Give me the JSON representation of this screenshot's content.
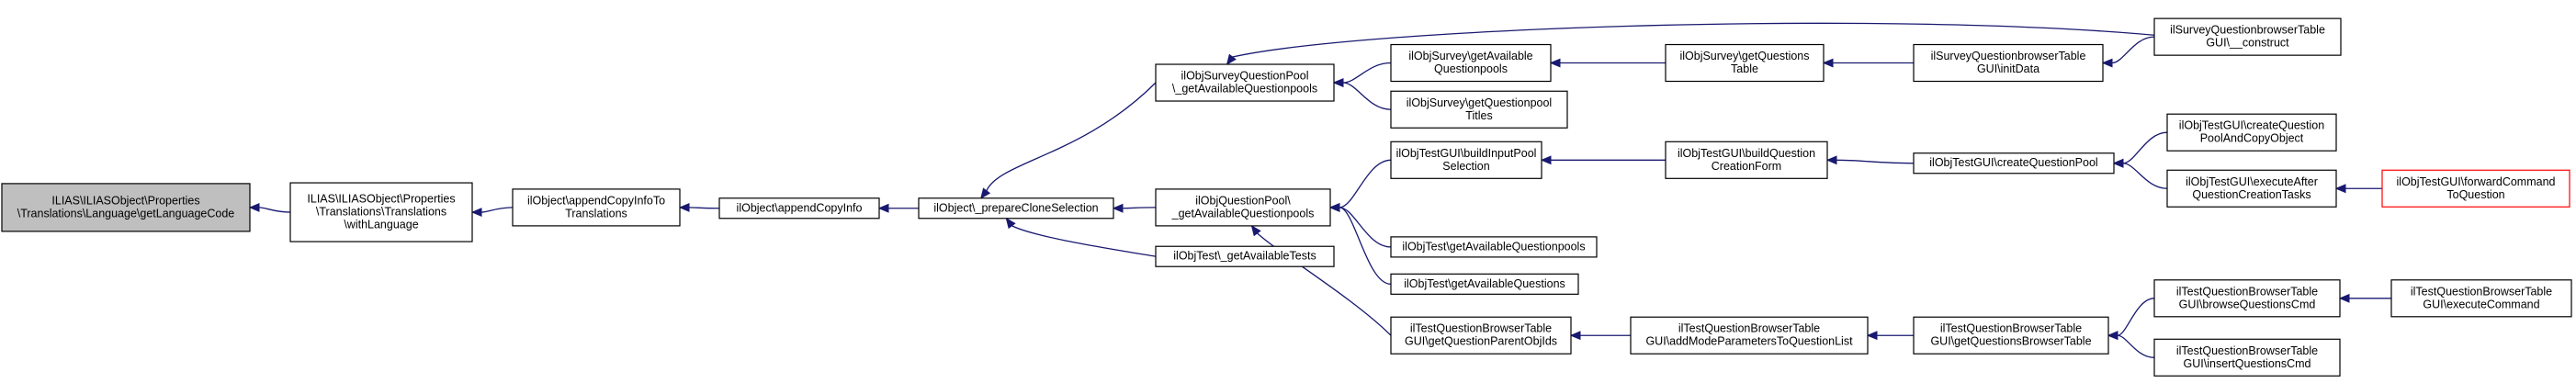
{
  "nodes": [
    {
      "id": "n_root",
      "lines": [
        "ILIAS\\ILIASObject\\Properties",
        "\\Translations\\Language\\getLanguageCode"
      ],
      "style": "root"
    },
    {
      "id": "n_with",
      "lines": [
        "ILIAS\\ILIASObject\\Properties",
        "\\Translations\\Translations",
        "\\withLanguage"
      ]
    },
    {
      "id": "n_apptotr",
      "lines": [
        "ilObject\\appendCopyInfoTo",
        "Translations"
      ]
    },
    {
      "id": "n_appinfo",
      "lines": [
        "ilObject\\appendCopyInfo"
      ]
    },
    {
      "id": "n_prepclone",
      "lines": [
        "ilObject\\_prepareCloneSelection"
      ]
    },
    {
      "id": "n_sqp",
      "lines": [
        "ilObjSurveyQuestionPool",
        "\\_getAvailableQuestionpools"
      ]
    },
    {
      "id": "n_qp",
      "lines": [
        "ilObjQuestionPool\\",
        "_getAvailableQuestionpools"
      ]
    },
    {
      "id": "n_gat",
      "lines": [
        "ilObjTest\\_getAvailableTests"
      ]
    },
    {
      "id": "n_survgaq",
      "lines": [
        "ilObjSurvey\\getAvailable",
        "Questionpools"
      ]
    },
    {
      "id": "n_survgqt",
      "lines": [
        "ilObjSurvey\\getQuestionpool",
        "Titles"
      ]
    },
    {
      "id": "n_bipool",
      "lines": [
        "ilObjTestGUI\\buildInputPool",
        "Selection"
      ]
    },
    {
      "id": "n_testgaq",
      "lines": [
        "ilObjTest\\getAvailableQuestionpools"
      ]
    },
    {
      "id": "n_testgavq",
      "lines": [
        "ilObjTest\\getAvailableQuestions"
      ]
    },
    {
      "id": "n_tqbt_gqpo",
      "lines": [
        "ilTestQuestionBrowserTable",
        "GUI\\getQuestionParentObjIds"
      ]
    },
    {
      "id": "n_survgqtab",
      "lines": [
        "ilObjSurvey\\getQuestions",
        "Table"
      ]
    },
    {
      "id": "n_bqcf",
      "lines": [
        "ilObjTestGUI\\buildQuestion",
        "CreationForm"
      ]
    },
    {
      "id": "n_tqbt_amp",
      "lines": [
        "ilTestQuestionBrowserTable",
        "GUI\\addModeParametersToQuestionList"
      ]
    },
    {
      "id": "n_sqbt_init",
      "lines": [
        "ilSurveyQuestionbrowserTable",
        "GUI\\initData"
      ]
    },
    {
      "id": "n_cqp",
      "lines": [
        "ilObjTestGUI\\createQuestionPool"
      ]
    },
    {
      "id": "n_tqbt_gqbt",
      "lines": [
        "ilTestQuestionBrowserTable",
        "GUI\\getQuestionsBrowserTable"
      ]
    },
    {
      "id": "n_sqbt_con",
      "lines": [
        "ilSurveyQuestionbrowserTable",
        "GUI\\__construct"
      ]
    },
    {
      "id": "n_cqpco",
      "lines": [
        "ilObjTestGUI\\createQuestion",
        "PoolAndCopyObject"
      ]
    },
    {
      "id": "n_eaqct",
      "lines": [
        "ilObjTestGUI\\executeAfter",
        "QuestionCreationTasks"
      ]
    },
    {
      "id": "n_tqbt_bqc",
      "lines": [
        "ilTestQuestionBrowserTable",
        "GUI\\browseQuestionsCmd"
      ]
    },
    {
      "id": "n_tqbt_iqc",
      "lines": [
        "ilTestQuestionBrowserTable",
        "GUI\\insertQuestionsCmd"
      ]
    },
    {
      "id": "n_fctq",
      "lines": [
        "ilObjTestGUI\\forwardCommand",
        "ToQuestion"
      ],
      "style": "red"
    },
    {
      "id": "n_tqbt_exe",
      "lines": [
        "ilTestQuestionBrowserTable",
        "GUI\\executeCommand"
      ]
    }
  ],
  "edges": [
    [
      "n_with",
      "n_root"
    ],
    [
      "n_apptotr",
      "n_with"
    ],
    [
      "n_appinfo",
      "n_apptotr"
    ],
    [
      "n_prepclone",
      "n_appinfo"
    ],
    [
      "n_sqp",
      "n_prepclone"
    ],
    [
      "n_qp",
      "n_prepclone"
    ],
    [
      "n_gat",
      "n_prepclone"
    ],
    [
      "n_survgaq",
      "n_sqp"
    ],
    [
      "n_survgqt",
      "n_sqp"
    ],
    [
      "n_sqbt_con",
      "n_sqp"
    ],
    [
      "n_bipool",
      "n_qp"
    ],
    [
      "n_testgaq",
      "n_qp"
    ],
    [
      "n_testgavq",
      "n_qp"
    ],
    [
      "n_tqbt_gqpo",
      "n_qp"
    ],
    [
      "n_survgqtab",
      "n_survgaq"
    ],
    [
      "n_sqbt_init",
      "n_survgqtab"
    ],
    [
      "n_sqbt_con",
      "n_sqbt_init"
    ],
    [
      "n_bqcf",
      "n_bipool"
    ],
    [
      "n_cqp",
      "n_bqcf"
    ],
    [
      "n_cqpco",
      "n_cqp"
    ],
    [
      "n_eaqct",
      "n_cqp"
    ],
    [
      "n_fctq",
      "n_eaqct"
    ],
    [
      "n_tqbt_amp",
      "n_tqbt_gqpo"
    ],
    [
      "n_tqbt_gqbt",
      "n_tqbt_amp"
    ],
    [
      "n_tqbt_bqc",
      "n_tqbt_gqbt"
    ],
    [
      "n_tqbt_iqc",
      "n_tqbt_gqbt"
    ],
    [
      "n_tqbt_exe",
      "n_tqbt_bqc"
    ]
  ],
  "colors": {
    "edge": "#191970",
    "root_fill": "#bfbfbf",
    "highlight_border": "#ff0000"
  }
}
